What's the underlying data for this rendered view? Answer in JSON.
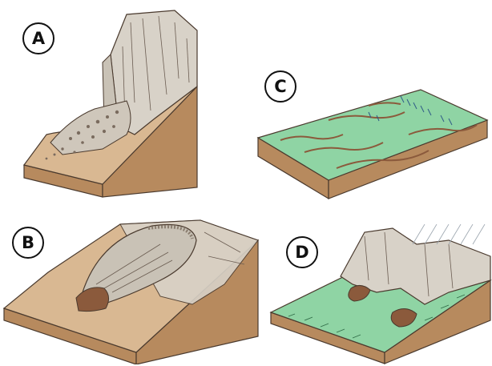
{
  "panels": {
    "a": {
      "label": "A"
    },
    "b": {
      "label": "B"
    },
    "c": {
      "label": "C"
    },
    "d": {
      "label": "D"
    }
  },
  "colors": {
    "soil_tan": "#c9a47c",
    "soil_side": "#b78a5e",
    "rock_gray": "#d8d2c8",
    "grass_green": "#8fd4a4",
    "debris_brown": "#8b5a3c",
    "outline": "#4a3a2e"
  }
}
